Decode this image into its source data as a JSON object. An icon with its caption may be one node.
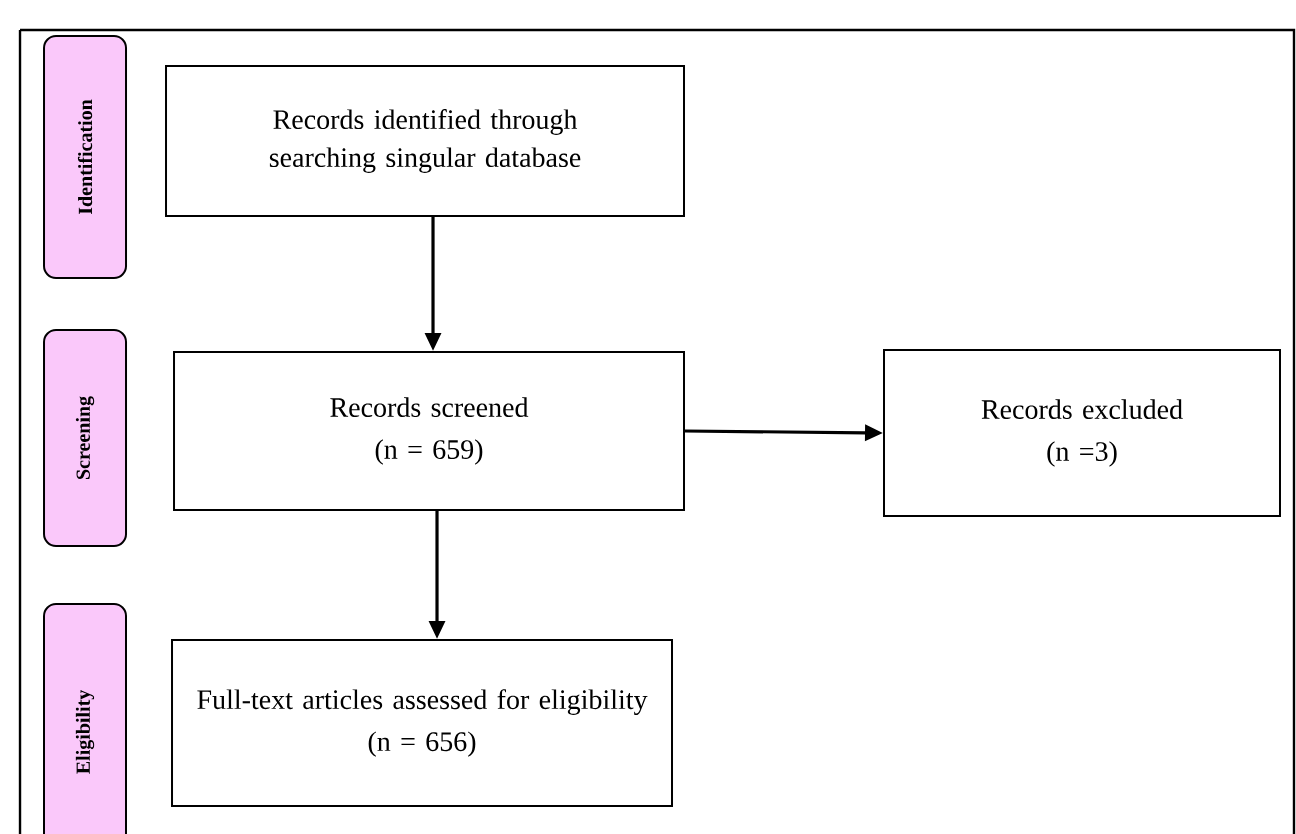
{
  "diagram": {
    "nodes": [
      {
        "text": [
          "Identification"
        ]
      },
      {
        "text": [
          "Screening"
        ]
      },
      {
        "text": [
          "Eligibility"
        ]
      },
      {
        "text": [
          "Records identified through searching singular database"
        ]
      },
      {
        "text": [
          "Records screened",
          "(n = 659)"
        ]
      },
      {
        "text": [
          "Records excluded",
          "(n =3)"
        ]
      },
      {
        "text": [
          "Full-text articles assessed for eligibility",
          "(n = 656)"
        ]
      }
    ],
    "edges": [
      {
        "from": 3,
        "to": 4,
        "arrow": "to"
      },
      {
        "from": 4,
        "to": 5,
        "arrow": "to"
      },
      {
        "from": 4,
        "to": 6,
        "arrow": "to"
      }
    ]
  }
}
